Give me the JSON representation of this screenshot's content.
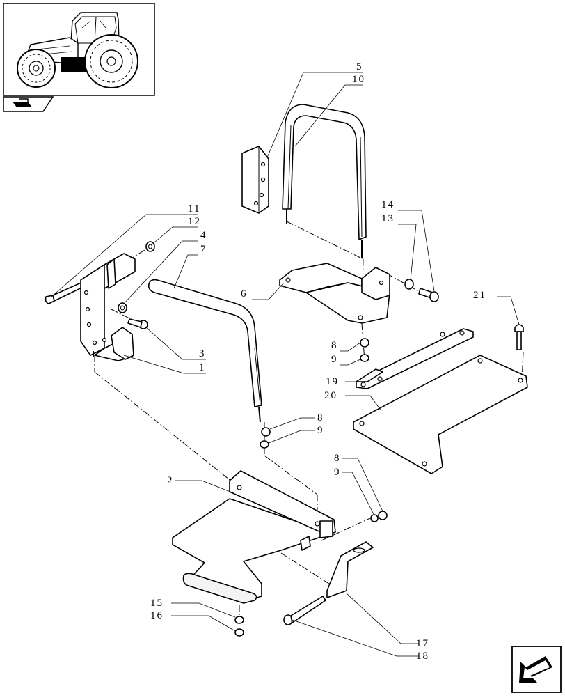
{
  "callouts": [
    {
      "id": "c5",
      "text": "5"
    },
    {
      "id": "c10",
      "text": "10"
    },
    {
      "id": "c11",
      "text": "11"
    },
    {
      "id": "c12",
      "text": "12"
    },
    {
      "id": "c4",
      "text": "4"
    },
    {
      "id": "c7",
      "text": "7"
    },
    {
      "id": "c14",
      "text": "14"
    },
    {
      "id": "c13",
      "text": "13"
    },
    {
      "id": "c6",
      "text": "6"
    },
    {
      "id": "c21",
      "text": "21"
    },
    {
      "id": "c3",
      "text": "3"
    },
    {
      "id": "c1",
      "text": "1"
    },
    {
      "id": "c8a",
      "text": "8"
    },
    {
      "id": "c9a",
      "text": "9"
    },
    {
      "id": "c19",
      "text": "19"
    },
    {
      "id": "c20",
      "text": "20"
    },
    {
      "id": "c8b",
      "text": "8"
    },
    {
      "id": "c9b",
      "text": "9"
    },
    {
      "id": "c8c",
      "text": "8"
    },
    {
      "id": "c9c",
      "text": "9"
    },
    {
      "id": "c2",
      "text": "2"
    },
    {
      "id": "c15",
      "text": "15"
    },
    {
      "id": "c16",
      "text": "16"
    },
    {
      "id": "c17",
      "text": "17"
    },
    {
      "id": "c18",
      "text": "18"
    }
  ],
  "icons": {
    "overview": "tractor-overview-icon",
    "section": "book-section-icon",
    "nav": "next-page-arrow-icon"
  }
}
